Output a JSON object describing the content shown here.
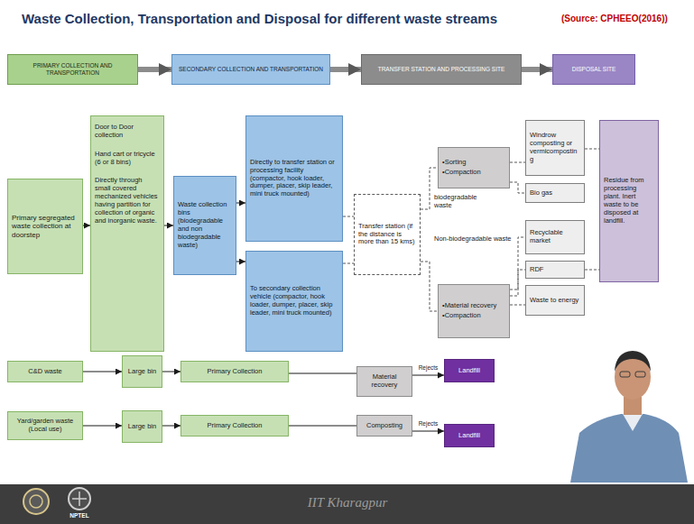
{
  "diagram": {
    "title": "Waste Collection, Transportation and Disposal for different waste streams",
    "nodes": [
      {
        "text": [
          "PRIMARY COLLECTION AND TRANSPORTATION"
        ]
      },
      {
        "text": [
          "SECONDARY COLLECTION AND TRANSPORTATION"
        ]
      },
      {
        "text": [
          "TRANSFER STATION AND PROCESSING SITE"
        ]
      },
      {
        "text": [
          "DISPOSAL SITE"
        ]
      },
      {
        "text": [
          "Primary segregated waste collection at doorstep"
        ]
      },
      {
        "text": [
          "Door to Door collection",
          "Hand cart or tricycle (6 or 8 bins)",
          "Directly through small covered mechanized vehicles having partition for collection of organic and inorganic waste."
        ]
      },
      {
        "text": [
          "Waste collection bins (biodegradable and non biodegradable waste)"
        ]
      },
      {
        "text": [
          "Directly to transfer station or processing facility (compactor, hook loader, dumper, placer, skip leader, mini truck mounted)"
        ]
      },
      {
        "text": [
          "To secondary collection vehicle (compactor, hook loader, dumper, placer, skip leader, mini truck mounted)"
        ]
      },
      {
        "text": [
          "Transfer station (if the distance is more than 15 kms)"
        ]
      },
      {
        "text": [
          "•Sorting",
          "•Compaction"
        ]
      },
      {
        "text": [
          "•Material recovery",
          "•Compaction"
        ]
      },
      {
        "text": [
          "Windrow composting or vermicomposting"
        ]
      },
      {
        "text": [
          "Bio gas"
        ]
      },
      {
        "text": [
          "Recyclable market"
        ]
      },
      {
        "text": [
          "RDF"
        ]
      },
      {
        "text": [
          "Waste to energy"
        ]
      },
      {
        "text": [
          "Residue from processing plant. Inert waste to be disposed at landfill."
        ]
      },
      {
        "text": [
          "C&D waste"
        ]
      },
      {
        "text": [
          "Large bin"
        ]
      },
      {
        "text": [
          "Primary Collection"
        ]
      },
      {
        "text": [
          "Material recovery"
        ]
      },
      {
        "text": [
          "Landfill"
        ]
      },
      {
        "text": [
          "Yard/garden waste (Local use)"
        ]
      },
      {
        "text": [
          "Large bin"
        ]
      },
      {
        "text": [
          "Primary Collection"
        ]
      },
      {
        "text": [
          "Composting"
        ]
      },
      {
        "text": [
          "Landfill"
        ]
      }
    ],
    "edges": [
      {
        "from": 0,
        "to": 1,
        "arrow": "to"
      },
      {
        "from": 1,
        "to": 2,
        "arrow": "to"
      },
      {
        "from": 2,
        "to": 3,
        "arrow": "to"
      },
      {
        "from": 4,
        "to": 5,
        "arrow": "to"
      },
      {
        "from": 5,
        "to": 6,
        "arrow": "to"
      },
      {
        "from": 6,
        "to": 7,
        "arrow": "to"
      },
      {
        "from": 6,
        "to": 8,
        "arrow": "to"
      },
      {
        "from": 7,
        "to": 9,
        "arrow": "none"
      },
      {
        "from": 8,
        "to": 9,
        "arrow": "none"
      },
      {
        "from": 9,
        "to": 10,
        "label": "biodegradable waste",
        "arrow": "none"
      },
      {
        "from": 9,
        "to": 11,
        "label": "Non-biodegradable waste",
        "arrow": "none"
      },
      {
        "from": 10,
        "to": 12,
        "arrow": "none"
      },
      {
        "from": 10,
        "to": 13,
        "arrow": "none"
      },
      {
        "from": 11,
        "to": 14,
        "arrow": "none"
      },
      {
        "from": 11,
        "to": 15,
        "arrow": "none"
      },
      {
        "from": 11,
        "to": 16,
        "arrow": "none"
      },
      {
        "from": 12,
        "to": 17,
        "arrow": "none"
      },
      {
        "from": 15,
        "to": 17,
        "arrow": "none"
      },
      {
        "from": 18,
        "to": 19,
        "arrow": "to"
      },
      {
        "from": 19,
        "to": 20,
        "arrow": "to"
      },
      {
        "from": 20,
        "to": 21,
        "arrow": "none"
      },
      {
        "from": 21,
        "to": 22,
        "label": "Rejects",
        "arrow": "to"
      },
      {
        "from": 23,
        "to": 24,
        "arrow": "to"
      },
      {
        "from": 24,
        "to": 25,
        "arrow": "to"
      },
      {
        "from": 25,
        "to": 26,
        "arrow": "none"
      },
      {
        "from": 26,
        "to": 27,
        "label": "Rejects",
        "arrow": "to"
      }
    ],
    "labels": [
      "(Source: CPHEEO(2016))",
      "IIT Kharagpur",
      "NPTEL"
    ]
  }
}
